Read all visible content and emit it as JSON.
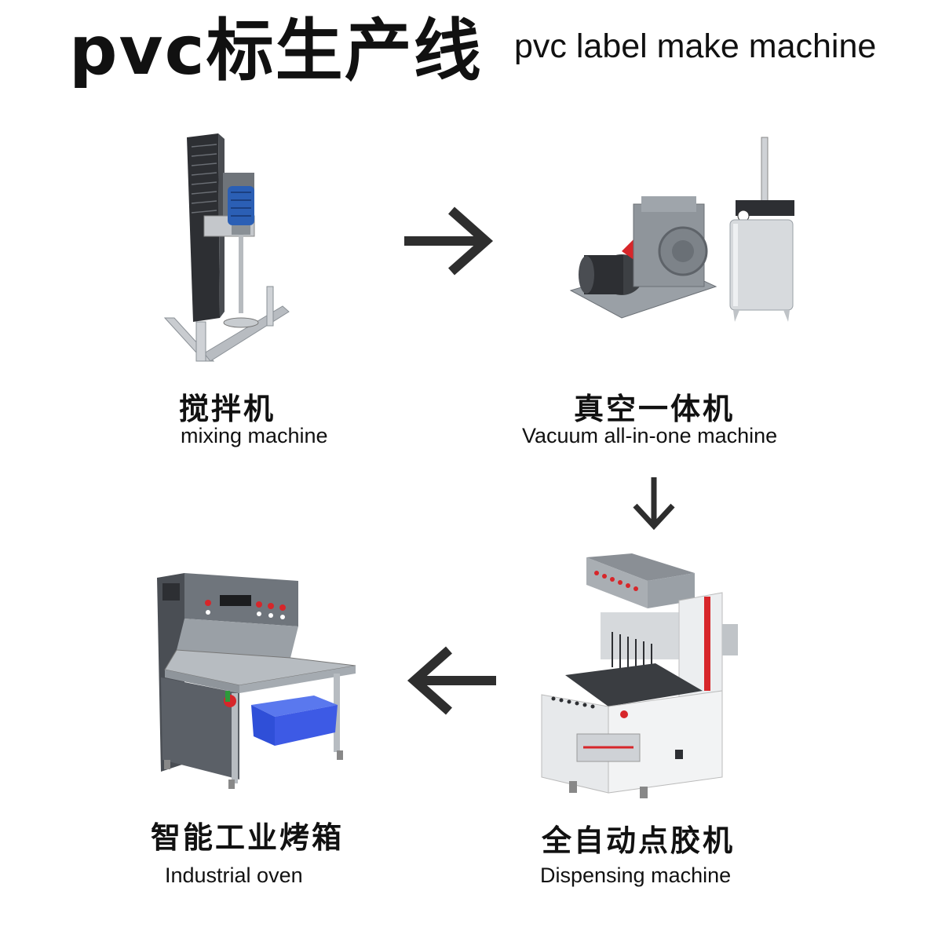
{
  "title": {
    "zh": "pvc标生产线",
    "en": "pvc label make machine"
  },
  "steps": [
    {
      "zh": "搅拌机",
      "en": "mixing machine"
    },
    {
      "zh": "真空一体机",
      "en": "Vacuum all-in-one machine"
    },
    {
      "zh": "全自动点胶机",
      "en": "Dispensing machine"
    },
    {
      "zh": "智能工业烤箱",
      "en": "Industrial oven"
    }
  ],
  "flow": [
    {
      "from": "mixing machine",
      "to": "Vacuum all-in-one machine",
      "direction": "right"
    },
    {
      "from": "Vacuum all-in-one machine",
      "to": "Dispensing machine",
      "direction": "down"
    },
    {
      "from": "Dispensing machine",
      "to": "Industrial oven",
      "direction": "left"
    }
  ],
  "colors": {
    "arrow": "#2e2e2e",
    "machine_gray": "#8a9096",
    "motor_blue": "#2b5fb5",
    "accent_red": "#d7262a",
    "tray_blue": "#2f4fd8"
  }
}
